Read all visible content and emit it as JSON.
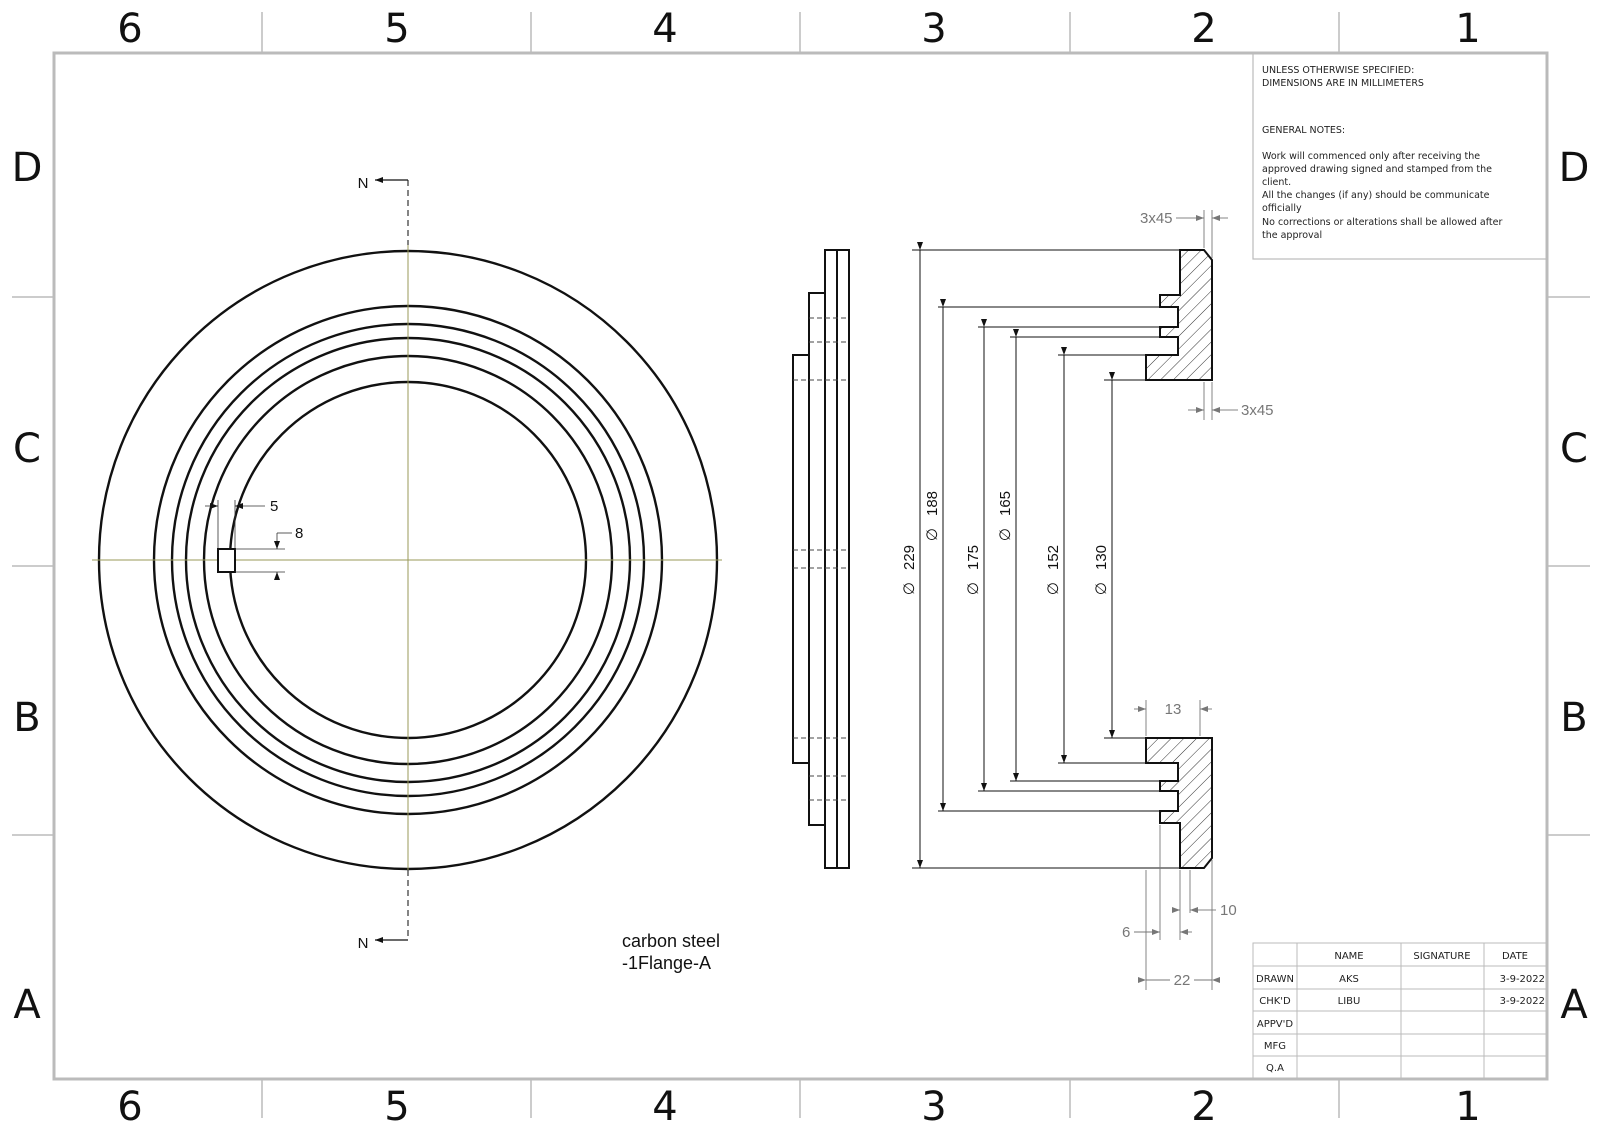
{
  "zones": {
    "columns": [
      "6",
      "5",
      "4",
      "3",
      "2",
      "1"
    ],
    "rows": [
      "D",
      "C",
      "B",
      "A"
    ]
  },
  "notes": {
    "line1": "UNLESS OTHERWISE SPECIFIED:",
    "line2": "DIMENSIONS ARE IN MILLIMETERS",
    "heading": "GENERAL NOTES:",
    "body": [
      "Work will commenced only after receiving the",
      "approved drawing signed and stamped from the",
      "client.",
      "All the changes (if any) should be communicate",
      "officially",
      "No corrections or alterations shall be allowed after",
      "the approval"
    ]
  },
  "section_marker": "N",
  "front_view_dims": {
    "slot_width": "5",
    "slot_height": "8"
  },
  "section_dims": {
    "chamfer_top": "3x45",
    "chamfer_inner": "3x45",
    "d229": "229",
    "d188": "188",
    "d175": "175",
    "d165": "165",
    "d152": "152",
    "d130": "130",
    "hub13": "13",
    "step10": "10",
    "step6": "6",
    "thick22": "22"
  },
  "diameter_symbol": "∅",
  "material": {
    "line1": "carbon steel",
    "line2": "-1Flange-A"
  },
  "title_block": {
    "headers": [
      "NAME",
      "SIGNATURE",
      "DATE"
    ],
    "rows": [
      {
        "role": "DRAWN",
        "name": "AKS",
        "signature": "",
        "date": "3-9-2022"
      },
      {
        "role": "CHK'D",
        "name": "LIBU",
        "signature": "",
        "date": "3-9-2022"
      },
      {
        "role": "APPV'D",
        "name": "",
        "signature": "",
        "date": ""
      },
      {
        "role": "MFG",
        "name": "",
        "signature": "",
        "date": ""
      },
      {
        "role": "Q.A",
        "name": "",
        "signature": "",
        "date": ""
      }
    ]
  }
}
